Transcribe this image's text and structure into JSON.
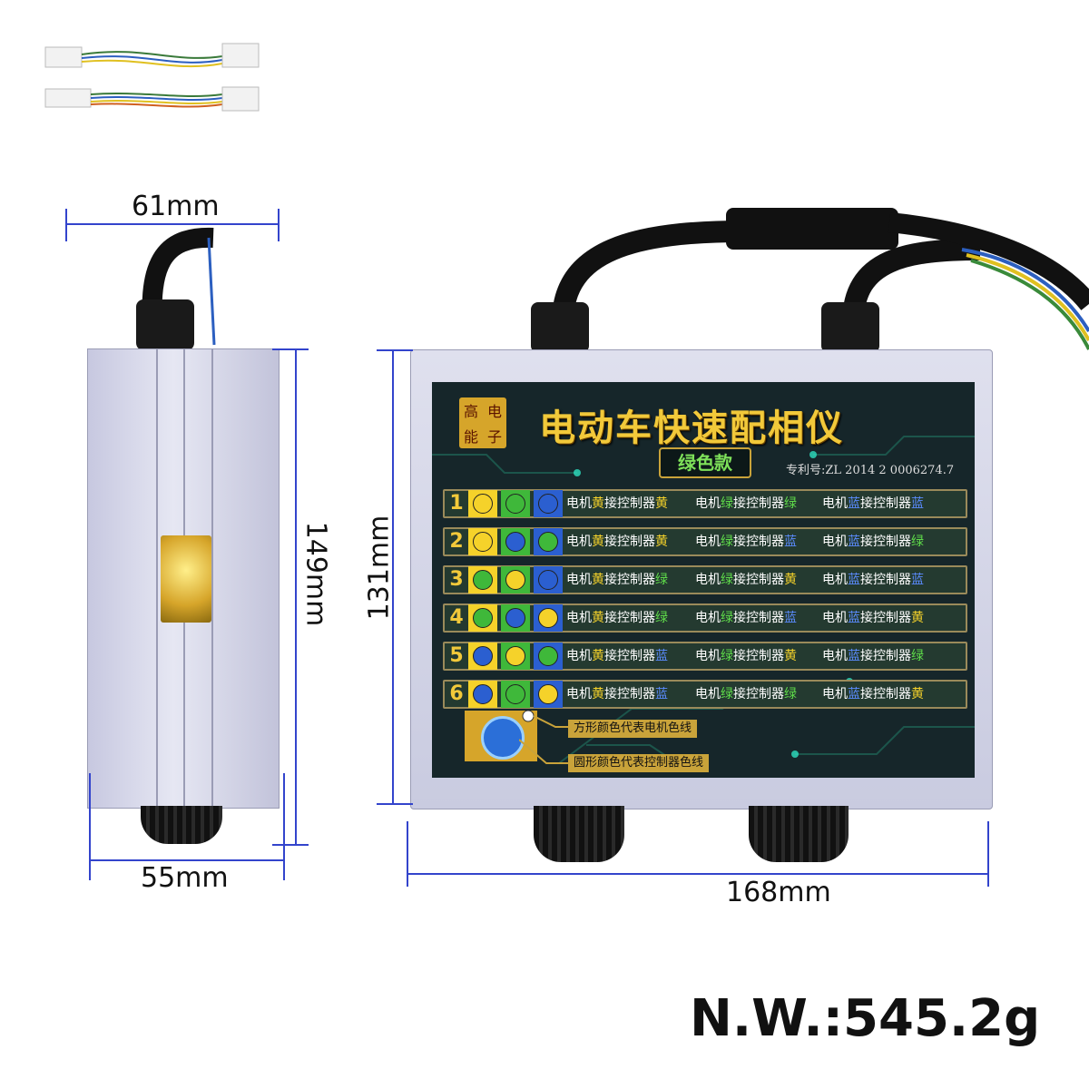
{
  "dimensions": {
    "side_width_top": "61mm",
    "side_width_bottom": "55mm",
    "side_height": "149mm",
    "front_height": "131mm",
    "front_width": "168mm"
  },
  "weight": "N.W.:545.2g",
  "panel": {
    "logo_chars": [
      "高",
      "电",
      "能",
      "子"
    ],
    "title": "电动车快速配相仪",
    "subtitle": "绿色款",
    "patent": "专利号:ZL 2014 2 0006274.7",
    "rows": [
      {
        "num": "1",
        "squares": [
          "yellow",
          "green",
          "blue"
        ],
        "dots": [
          "yellow",
          "green",
          "blue"
        ],
        "texts": [
          {
            "a": "电机",
            "b": "黄",
            "bc": "yellow",
            "c": "接控制器",
            "d": "黄",
            "dc": "yellow"
          },
          {
            "a": "电机",
            "b": "绿",
            "bc": "green",
            "c": "接控制器",
            "d": "绿",
            "dc": "green"
          },
          {
            "a": "电机",
            "b": "蓝",
            "bc": "blue",
            "c": "接控制器",
            "d": "蓝",
            "dc": "blue"
          }
        ]
      },
      {
        "num": "2",
        "squares": [
          "yellow",
          "green",
          "blue"
        ],
        "dots": [
          "yellow",
          "blue",
          "green"
        ],
        "texts": [
          {
            "a": "电机",
            "b": "黄",
            "bc": "yellow",
            "c": "接控制器",
            "d": "黄",
            "dc": "yellow"
          },
          {
            "a": "电机",
            "b": "绿",
            "bc": "green",
            "c": "接控制器",
            "d": "蓝",
            "dc": "blue"
          },
          {
            "a": "电机",
            "b": "蓝",
            "bc": "blue",
            "c": "接控制器",
            "d": "绿",
            "dc": "green"
          }
        ]
      },
      {
        "num": "3",
        "squares": [
          "yellow",
          "green",
          "blue"
        ],
        "dots": [
          "green",
          "yellow",
          "blue"
        ],
        "texts": [
          {
            "a": "电机",
            "b": "黄",
            "bc": "yellow",
            "c": "接控制器",
            "d": "绿",
            "dc": "green"
          },
          {
            "a": "电机",
            "b": "绿",
            "bc": "green",
            "c": "接控制器",
            "d": "黄",
            "dc": "yellow"
          },
          {
            "a": "电机",
            "b": "蓝",
            "bc": "blue",
            "c": "接控制器",
            "d": "蓝",
            "dc": "blue"
          }
        ]
      },
      {
        "num": "4",
        "squares": [
          "yellow",
          "green",
          "blue"
        ],
        "dots": [
          "green",
          "blue",
          "yellow"
        ],
        "texts": [
          {
            "a": "电机",
            "b": "黄",
            "bc": "yellow",
            "c": "接控制器",
            "d": "绿",
            "dc": "green"
          },
          {
            "a": "电机",
            "b": "绿",
            "bc": "green",
            "c": "接控制器",
            "d": "蓝",
            "dc": "blue"
          },
          {
            "a": "电机",
            "b": "蓝",
            "bc": "blue",
            "c": "接控制器",
            "d": "黄",
            "dc": "yellow"
          }
        ]
      },
      {
        "num": "5",
        "squares": [
          "yellow",
          "green",
          "blue"
        ],
        "dots": [
          "blue",
          "yellow",
          "green"
        ],
        "texts": [
          {
            "a": "电机",
            "b": "黄",
            "bc": "yellow",
            "c": "接控制器",
            "d": "蓝",
            "dc": "blue"
          },
          {
            "a": "电机",
            "b": "绿",
            "bc": "green",
            "c": "接控制器",
            "d": "黄",
            "dc": "yellow"
          },
          {
            "a": "电机",
            "b": "蓝",
            "bc": "blue",
            "c": "接控制器",
            "d": "绿",
            "dc": "green"
          }
        ]
      },
      {
        "num": "6",
        "squares": [
          "yellow",
          "green",
          "blue"
        ],
        "dots": [
          "blue",
          "green",
          "yellow"
        ],
        "texts": [
          {
            "a": "电机",
            "b": "黄",
            "bc": "yellow",
            "c": "接控制器",
            "d": "蓝",
            "dc": "blue"
          },
          {
            "a": "电机",
            "b": "绿",
            "bc": "green",
            "c": "接控制器",
            "d": "绿",
            "dc": "green"
          },
          {
            "a": "电机",
            "b": "蓝",
            "bc": "blue",
            "c": "接控制器",
            "d": "黄",
            "dc": "yellow"
          }
        ]
      }
    ],
    "legend": {
      "square_label": "方形颜色代表电机色线",
      "circle_label": "圆形颜色代表控制器色线"
    }
  },
  "colors": {
    "yellow": "#f5d22a",
    "green": "#3fb83a",
    "blue": "#2b5fd0",
    "dimension_line": "#3344cc",
    "panel_bg": "#16262a",
    "gold": "#d6a52a"
  }
}
